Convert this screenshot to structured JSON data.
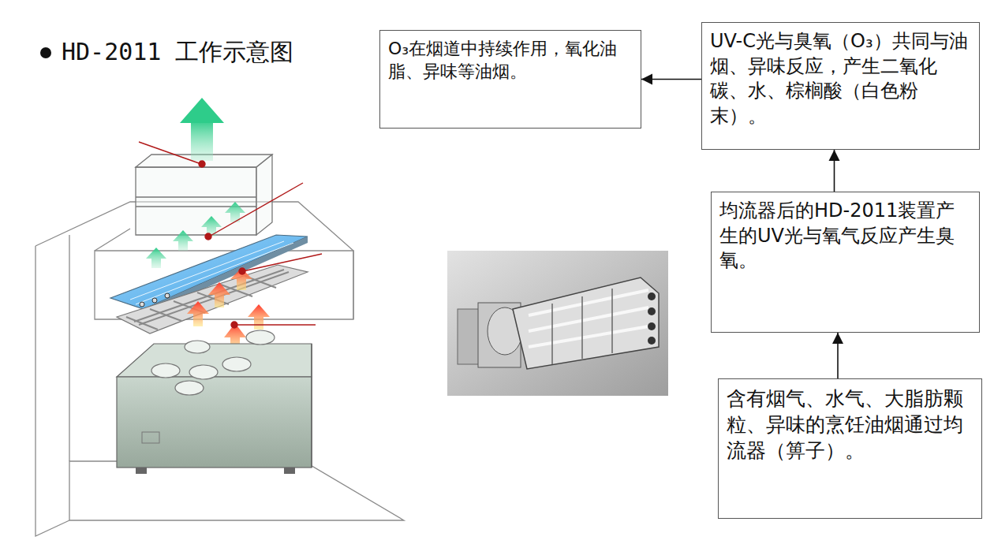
{
  "diagram": {
    "title": "HD-2011 工作示意图",
    "nodes": [
      {
        "text": [
          "O₃在烟道中持续作用，氧化油脂、异味等油烟。"
        ]
      },
      {
        "text": [
          "UV-C光与臭氧（O₃）共同与油烟、异味反应，产生二氧化碳、水、棕榈酸（白色粉末）。"
        ]
      },
      {
        "text": [
          "均流器后的HD-2011装置产生的UV光与氧气反应产生臭氧。"
        ]
      },
      {
        "text": [
          "含有烟气、水气、大脂肪颗粒、异味的烹饪油烟通过均流器（箅子）。"
        ]
      }
    ],
    "edges": [
      {
        "from": 3,
        "to": 2,
        "arrow": "to"
      },
      {
        "from": 2,
        "to": 1,
        "arrow": "to"
      },
      {
        "from": 1,
        "to": 0,
        "arrow": "to"
      }
    ]
  }
}
